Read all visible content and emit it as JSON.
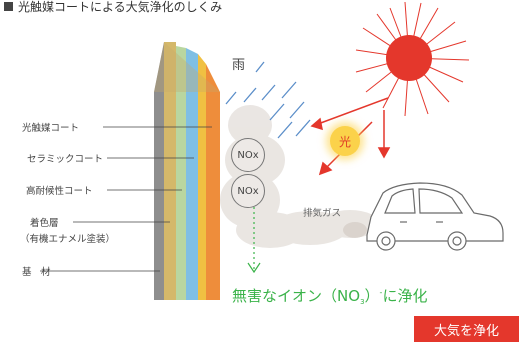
{
  "header": {
    "title": "光触媒コートによる大気浄化のしくみ"
  },
  "layers": {
    "photocatalyst_coat": "光触媒コート",
    "ceramic_coat": "セラミックコート",
    "weather_resistant_coat": "高耐候性コート",
    "colored_layer": "着色層",
    "colored_layer_note": "（有機エナメル塗装）",
    "base": "基　材"
  },
  "rain_label": "雨",
  "light_label": "光",
  "nox_label": "NOx",
  "exhaust_label": "排気ガス",
  "result": {
    "prefix": "無害なイオン",
    "open_paren": "（",
    "no_main": "NO",
    "no_sub": "3",
    "no_sup": "-",
    "close_paren": "）",
    "suffix": "に浄化"
  },
  "badge_label": "大気を浄化",
  "colors": {
    "sun": "#e4372c",
    "sun_rays": "#e4372c",
    "rain": "#5b8ec9",
    "light_badge": "#fbd24a",
    "result_text": "#3bb34a",
    "badge_bg": "#e4372c",
    "layer_stripes": [
      "#8e8e8e",
      "#d4b86a",
      "#b9d6a0",
      "#7fbfe4",
      "#f0c042",
      "#ee8d3b"
    ]
  }
}
